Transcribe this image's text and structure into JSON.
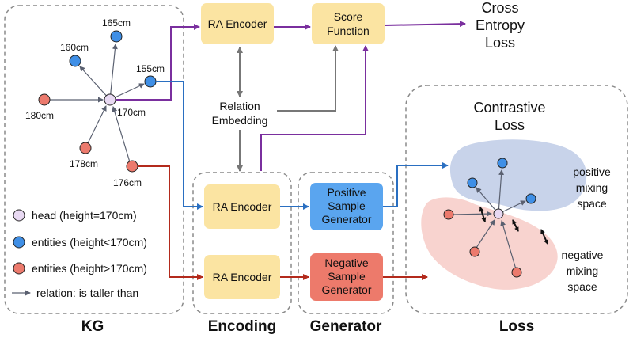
{
  "colors": {
    "yellow_box": "#fbe4a2",
    "blue_node": "#3f8fe6",
    "red_node": "#ec7a6d",
    "head_node": "#e8d9f2",
    "purple_arrow": "#7a2f9e",
    "blue_arrow": "#2a6fc1",
    "red_arrow": "#b32a1c",
    "gray_arrow": "#777777",
    "positive_space": "#c8d3ea",
    "negative_space": "#f8d3cf",
    "positive_generator": "#5aa5ef",
    "negative_generator": "#ed7a6b"
  },
  "kg": {
    "nodes": {
      "n165": "165cm",
      "n160": "160cm",
      "n155": "155cm",
      "n180": "180cm",
      "head": "170cm",
      "n178": "178cm",
      "n176": "176cm"
    },
    "legend": {
      "head": "head (height=170cm)",
      "entities_lt": "entities (height<170cm)",
      "entities_gt": "entities (height>170cm)",
      "relation": "relation: is taller than"
    }
  },
  "boxes": {
    "ra_encoder_top": "RA Encoder",
    "score_function_line1": "Score",
    "score_function_line2": "Function",
    "ra_encoder_mid": "RA Encoder",
    "ra_encoder_bottom": "RA Encoder",
    "pos_gen_line1": "Positive",
    "pos_gen_line2": "Sample",
    "pos_gen_line3": "Generator",
    "neg_gen_line1": "Negative",
    "neg_gen_line2": "Sample",
    "neg_gen_line3": "Generator"
  },
  "labels": {
    "cross_entropy_1": "Cross",
    "cross_entropy_2": "Entropy",
    "cross_entropy_3": "Loss",
    "relation_1": "Relation",
    "relation_2": "Embedding",
    "contrastive_1": "Contrastive",
    "contrastive_2": "Loss",
    "positive_1": "positive",
    "positive_2": "mixing",
    "positive_3": "space",
    "negative_1": "negative",
    "negative_2": "mixing",
    "negative_3": "space"
  },
  "sections": {
    "kg": "KG",
    "encoding": "Encoding",
    "generator": "Generator",
    "loss": "Loss"
  }
}
